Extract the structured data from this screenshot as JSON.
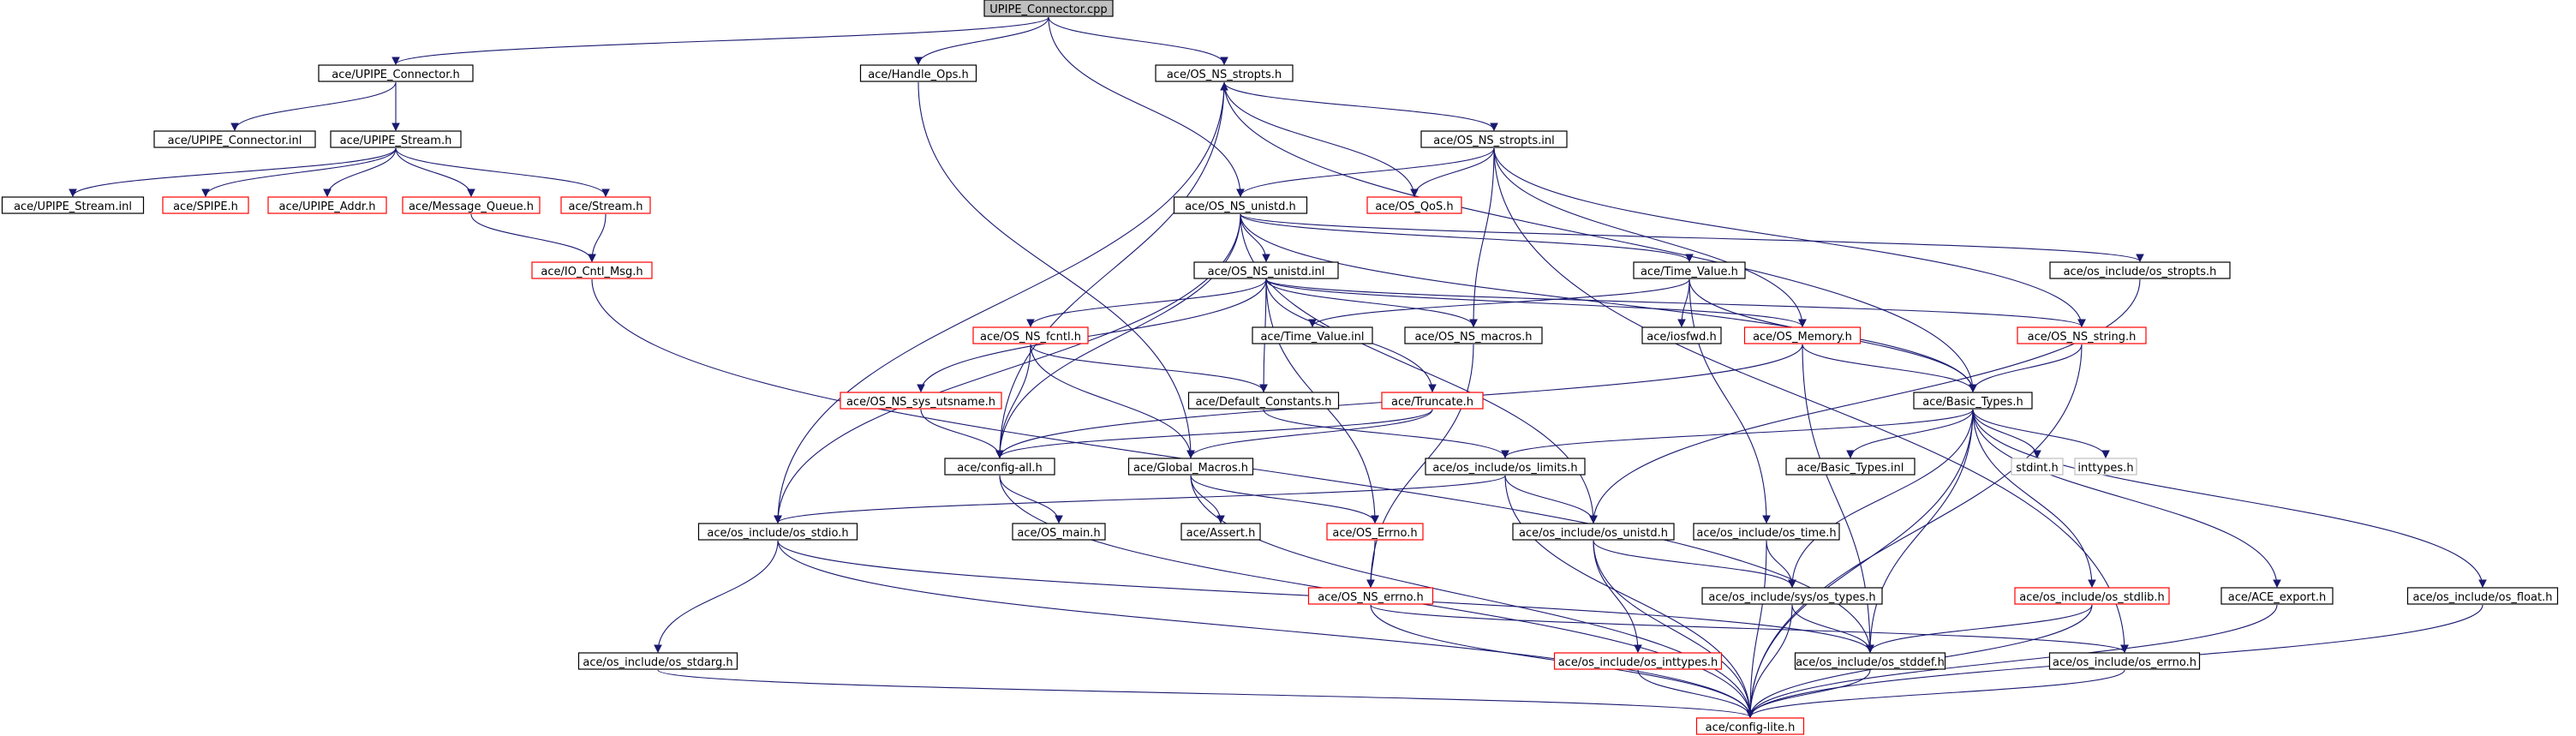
{
  "diagram": {
    "colors": {
      "edge": "#191970",
      "root_fill": "#bfbfbf",
      "documented": "#000000",
      "undocumented": "#ff0000",
      "leaf": "#bfbfbf"
    },
    "nodes": [
      {
        "id": "root",
        "label": "UPIPE_Connector.cpp",
        "kind": "root"
      },
      {
        "id": "upc_h",
        "label": "ace/UPIPE_Connector.h",
        "kind": "documented"
      },
      {
        "id": "handle_ops",
        "label": "ace/Handle_Ops.h",
        "kind": "documented"
      },
      {
        "id": "stropts_h",
        "label": "ace/OS_NS_stropts.h",
        "kind": "documented"
      },
      {
        "id": "upc_inl",
        "label": "ace/UPIPE_Connector.inl",
        "kind": "documented"
      },
      {
        "id": "ups_h",
        "label": "ace/UPIPE_Stream.h",
        "kind": "documented"
      },
      {
        "id": "stropts_inl",
        "label": "ace/OS_NS_stropts.inl",
        "kind": "documented"
      },
      {
        "id": "ups_inl",
        "label": "ace/UPIPE_Stream.inl",
        "kind": "documented"
      },
      {
        "id": "spipe",
        "label": "ace/SPIPE.h",
        "kind": "undocumented"
      },
      {
        "id": "upaddr",
        "label": "ace/UPIPE_Addr.h",
        "kind": "undocumented"
      },
      {
        "id": "msgq",
        "label": "ace/Message_Queue.h",
        "kind": "undocumented"
      },
      {
        "id": "stream",
        "label": "ace/Stream.h",
        "kind": "undocumented"
      },
      {
        "id": "unistd_h",
        "label": "ace/OS_NS_unistd.h",
        "kind": "documented"
      },
      {
        "id": "qos",
        "label": "ace/OS_QoS.h",
        "kind": "undocumented"
      },
      {
        "id": "iocntl",
        "label": "ace/IO_Cntl_Msg.h",
        "kind": "undocumented"
      },
      {
        "id": "unistd_inl",
        "label": "ace/OS_NS_unistd.inl",
        "kind": "documented"
      },
      {
        "id": "timeval_h",
        "label": "ace/Time_Value.h",
        "kind": "documented"
      },
      {
        "id": "os_stropts",
        "label": "ace/os_include/os_stropts.h",
        "kind": "documented"
      },
      {
        "id": "fcntl",
        "label": "ace/OS_NS_fcntl.h",
        "kind": "undocumented"
      },
      {
        "id": "timeval_inl",
        "label": "ace/Time_Value.inl",
        "kind": "documented"
      },
      {
        "id": "macros",
        "label": "ace/OS_NS_macros.h",
        "kind": "documented"
      },
      {
        "id": "iosfwd",
        "label": "ace/iosfwd.h",
        "kind": "documented"
      },
      {
        "id": "memory",
        "label": "ace/OS_Memory.h",
        "kind": "undocumented"
      },
      {
        "id": "string",
        "label": "ace/OS_NS_string.h",
        "kind": "undocumented"
      },
      {
        "id": "utsname",
        "label": "ace/OS_NS_sys_utsname.h",
        "kind": "undocumented"
      },
      {
        "id": "defconst",
        "label": "ace/Default_Constants.h",
        "kind": "documented"
      },
      {
        "id": "truncate",
        "label": "ace/Truncate.h",
        "kind": "undocumented"
      },
      {
        "id": "basictypes",
        "label": "ace/Basic_Types.h",
        "kind": "documented"
      },
      {
        "id": "configall",
        "label": "ace/config-all.h",
        "kind": "documented"
      },
      {
        "id": "globalmacros",
        "label": "ace/Global_Macros.h",
        "kind": "documented"
      },
      {
        "id": "limits",
        "label": "ace/os_include/os_limits.h",
        "kind": "documented"
      },
      {
        "id": "basic_inl",
        "label": "ace/Basic_Types.inl",
        "kind": "documented"
      },
      {
        "id": "stdint",
        "label": "stdint.h",
        "kind": "leaf"
      },
      {
        "id": "inttypes",
        "label": "inttypes.h",
        "kind": "leaf"
      },
      {
        "id": "os_stdio",
        "label": "ace/os_include/os_stdio.h",
        "kind": "documented"
      },
      {
        "id": "os_main",
        "label": "ace/OS_main.h",
        "kind": "documented"
      },
      {
        "id": "assert",
        "label": "ace/Assert.h",
        "kind": "documented"
      },
      {
        "id": "os_errno",
        "label": "ace/OS_Errno.h",
        "kind": "undocumented"
      },
      {
        "id": "os_unistd",
        "label": "ace/os_include/os_unistd.h",
        "kind": "documented"
      },
      {
        "id": "os_time",
        "label": "ace/os_include/os_time.h",
        "kind": "documented"
      },
      {
        "id": "ns_errno",
        "label": "ace/OS_NS_errno.h",
        "kind": "undocumented"
      },
      {
        "id": "sys_types",
        "label": "ace/os_include/sys/os_types.h",
        "kind": "documented"
      },
      {
        "id": "os_stdlib",
        "label": "ace/os_include/os_stdlib.h",
        "kind": "undocumented"
      },
      {
        "id": "ace_export",
        "label": "ace/ACE_export.h",
        "kind": "documented"
      },
      {
        "id": "os_float",
        "label": "ace/os_include/os_float.h",
        "kind": "documented"
      },
      {
        "id": "os_stdarg",
        "label": "ace/os_include/os_stdarg.h",
        "kind": "documented"
      },
      {
        "id": "os_inttypes",
        "label": "ace/os_include/os_inttypes.h",
        "kind": "undocumented"
      },
      {
        "id": "os_stddef",
        "label": "ace/os_include/os_stddef.h",
        "kind": "documented"
      },
      {
        "id": "os_errno_inc",
        "label": "ace/os_include/os_errno.h",
        "kind": "documented"
      },
      {
        "id": "configlite",
        "label": "ace/config-lite.h",
        "kind": "undocumented"
      }
    ],
    "edges": [
      [
        "root",
        "upc_h"
      ],
      [
        "root",
        "handle_ops"
      ],
      [
        "root",
        "stropts_h"
      ],
      [
        "root",
        "unistd_h"
      ],
      [
        "upc_h",
        "upc_inl"
      ],
      [
        "upc_h",
        "ups_h"
      ],
      [
        "ups_h",
        "ups_inl"
      ],
      [
        "ups_h",
        "spipe"
      ],
      [
        "ups_h",
        "upaddr"
      ],
      [
        "ups_h",
        "msgq"
      ],
      [
        "ups_h",
        "stream"
      ],
      [
        "msgq",
        "iocntl"
      ],
      [
        "stream",
        "iocntl"
      ],
      [
        "iocntl",
        "os_stddef"
      ],
      [
        "handle_ops",
        "globalmacros"
      ],
      [
        "stropts_h",
        "stropts_inl"
      ],
      [
        "stropts_h",
        "configall"
      ],
      [
        "stropts_h",
        "os_stdio"
      ],
      [
        "stropts_h",
        "basictypes"
      ],
      [
        "stropts_inl",
        "unistd_h"
      ],
      [
        "stropts_inl",
        "qos"
      ],
      [
        "stropts_inl",
        "macros"
      ],
      [
        "stropts_inl",
        "memory"
      ],
      [
        "stropts_inl",
        "string"
      ],
      [
        "stropts_inl",
        "os_errno_inc"
      ],
      [
        "qos",
        "stropts_h"
      ],
      [
        "unistd_h",
        "unistd_inl"
      ],
      [
        "unistd_h",
        "timeval_h"
      ],
      [
        "unistd_h",
        "os_stropts"
      ],
      [
        "unistd_h",
        "basictypes"
      ],
      [
        "unistd_h",
        "configall"
      ],
      [
        "unistd_h",
        "os_unistd"
      ],
      [
        "unistd_h",
        "os_stdio"
      ],
      [
        "unistd_inl",
        "fcntl"
      ],
      [
        "unistd_inl",
        "utsname"
      ],
      [
        "unistd_inl",
        "defconst"
      ],
      [
        "unistd_inl",
        "truncate"
      ],
      [
        "unistd_inl",
        "macros"
      ],
      [
        "unistd_inl",
        "memory"
      ],
      [
        "unistd_inl",
        "string"
      ],
      [
        "unistd_inl",
        "os_errno"
      ],
      [
        "os_stropts",
        "os_unistd"
      ],
      [
        "timeval_h",
        "timeval_inl"
      ],
      [
        "timeval_h",
        "iosfwd"
      ],
      [
        "timeval_h",
        "basictypes"
      ],
      [
        "timeval_h",
        "os_time"
      ],
      [
        "fcntl",
        "configall"
      ],
      [
        "fcntl",
        "globalmacros"
      ],
      [
        "fcntl",
        "defconst"
      ],
      [
        "utsname",
        "configall"
      ],
      [
        "truncate",
        "configall"
      ],
      [
        "truncate",
        "globalmacros"
      ],
      [
        "defconst",
        "limits"
      ],
      [
        "macros",
        "ns_errno"
      ],
      [
        "memory",
        "basictypes"
      ],
      [
        "memory",
        "configall"
      ],
      [
        "memory",
        "os_stddef"
      ],
      [
        "string",
        "basictypes"
      ],
      [
        "string",
        "configlite"
      ],
      [
        "basictypes",
        "basic_inl"
      ],
      [
        "basictypes",
        "stdint"
      ],
      [
        "basictypes",
        "inttypes"
      ],
      [
        "basictypes",
        "limits"
      ],
      [
        "basictypes",
        "os_stdlib"
      ],
      [
        "basictypes",
        "ace_export"
      ],
      [
        "basictypes",
        "os_float"
      ],
      [
        "basictypes",
        "sys_types"
      ],
      [
        "basictypes",
        "os_stddef"
      ],
      [
        "basictypes",
        "configlite"
      ],
      [
        "configall",
        "os_main"
      ],
      [
        "configall",
        "configlite"
      ],
      [
        "globalmacros",
        "assert"
      ],
      [
        "globalmacros",
        "os_errno"
      ],
      [
        "globalmacros",
        "configlite"
      ],
      [
        "limits",
        "os_unistd"
      ],
      [
        "limits",
        "os_stdio"
      ],
      [
        "limits",
        "configlite"
      ],
      [
        "os_stdio",
        "os_stdarg"
      ],
      [
        "os_stdio",
        "os_stddef"
      ],
      [
        "os_stdio",
        "configlite"
      ],
      [
        "os_errno",
        "ns_errno"
      ],
      [
        "os_unistd",
        "sys_types"
      ],
      [
        "os_unistd",
        "os_inttypes"
      ],
      [
        "os_unistd",
        "configlite"
      ],
      [
        "os_time",
        "sys_types"
      ],
      [
        "os_time",
        "configlite"
      ],
      [
        "ns_errno",
        "os_errno_inc"
      ],
      [
        "ns_errno",
        "configlite"
      ],
      [
        "sys_types",
        "os_stddef"
      ],
      [
        "sys_types",
        "configlite"
      ],
      [
        "os_stdlib",
        "os_stddef"
      ],
      [
        "os_stdlib",
        "configlite"
      ],
      [
        "ace_export",
        "configlite"
      ],
      [
        "os_float",
        "configlite"
      ],
      [
        "os_stdarg",
        "configlite"
      ],
      [
        "os_inttypes",
        "configlite"
      ],
      [
        "os_stddef",
        "configlite"
      ],
      [
        "os_errno_inc",
        "configlite"
      ]
    ]
  }
}
